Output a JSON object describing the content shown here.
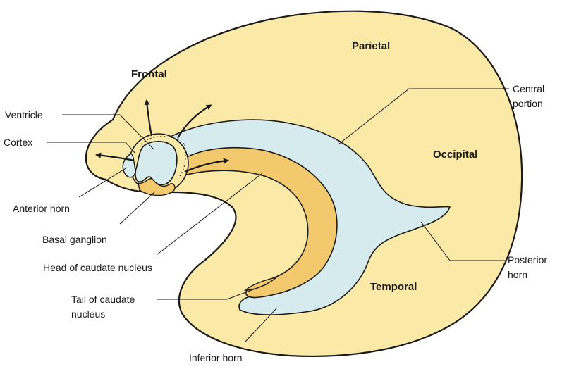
{
  "regions": {
    "frontal": "Frontal",
    "parietal": "Parietal",
    "occipital": "Occipital",
    "temporal": "Temporal"
  },
  "labels": {
    "ventricle": "Ventricle",
    "cortex": "Cortex",
    "anterior_horn": "Anterior horn",
    "basal_ganglion": "Basal ganglion",
    "head_caudate": "Head of caudate nucleus",
    "tail_caudate_line1": "Tail of caudate",
    "tail_caudate_line2": "nucleus",
    "inferior_horn": "Inferior horn",
    "central_portion_line1": "Central",
    "central_portion_line2": "portion",
    "posterior_horn_line1": "Posterior",
    "posterior_horn_line2": "horn"
  },
  "colors": {
    "brain_fill": "#fbe9a7",
    "caudate_fill": "#f2c96c",
    "ventricle_fill": "#d6ebee",
    "outline": "#1a1a1a"
  }
}
